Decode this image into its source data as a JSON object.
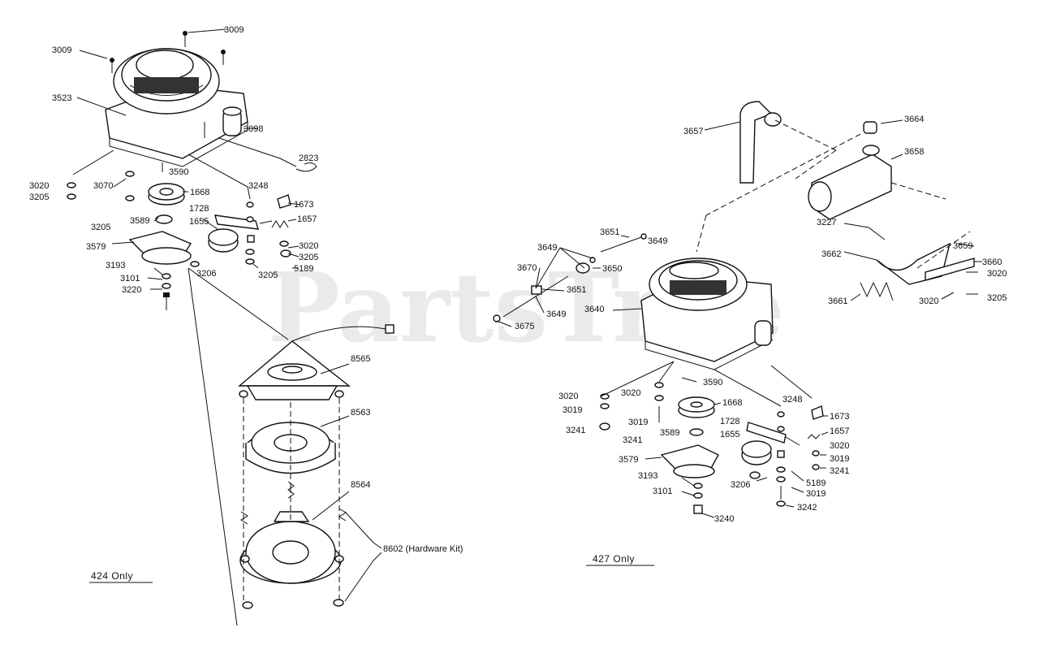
{
  "watermark": "PartsTree",
  "diagram_424": {
    "caption": "424 Only",
    "labels": {
      "p3009a": "3009",
      "p3009b": "3009",
      "p3523": "3523",
      "p3098": "3098",
      "p2823": "2823",
      "p3020a": "3020",
      "p3205a": "3205",
      "p3070": "3070",
      "p3590": "3590",
      "p1668": "1668",
      "p3248": "3248",
      "p1673": "1673",
      "p1728": "1728",
      "p1657": "1657",
      "p3205b": "3205",
      "p3589": "3589",
      "p1655": "1655",
      "p3579": "3579",
      "p3020b": "3020",
      "p3205c": "3205",
      "p5189": "5189",
      "p3193": "3193",
      "p3206": "3206",
      "p3205d": "3205",
      "p3101": "3101",
      "p3220": "3220",
      "p8565": "8565",
      "p8563": "8563",
      "p8564": "8564",
      "p8602": "8602 (Hardware Kit)"
    }
  },
  "diagram_427": {
    "caption": "427 Only",
    "labels": {
      "p3657": "3657",
      "p3664": "3664",
      "p3658": "3658",
      "p3227": "3227",
      "p3651a": "3651",
      "p3649a": "3649",
      "p3649b": "3649",
      "p3670": "3670",
      "p3650": "3650",
      "p3651b": "3651",
      "p3649c": "3649",
      "p3675": "3675",
      "p3640": "3640",
      "p3659": "3659",
      "p3662": "3662",
      "p3660": "3660",
      "p3020a": "3020",
      "p3661": "3661",
      "p3020b": "3020",
      "p3205a": "3205",
      "p3020c": "3020",
      "p3020d": "3020",
      "p3590": "3590",
      "p3019a": "3019",
      "p3019b": "3019",
      "p1668": "1668",
      "p3248": "3248",
      "p1673": "1673",
      "p3241a": "3241",
      "p3241b": "3241",
      "p1728": "1728",
      "p1657": "1657",
      "p3589": "3589",
      "p1655": "1655",
      "p3020e": "3020",
      "p3579": "3579",
      "p3019c": "3019",
      "p3241c": "3241",
      "p5189": "5189",
      "p3193": "3193",
      "p3206": "3206",
      "p3019d": "3019",
      "p3101": "3101",
      "p3242": "3242",
      "p3240": "3240"
    }
  }
}
